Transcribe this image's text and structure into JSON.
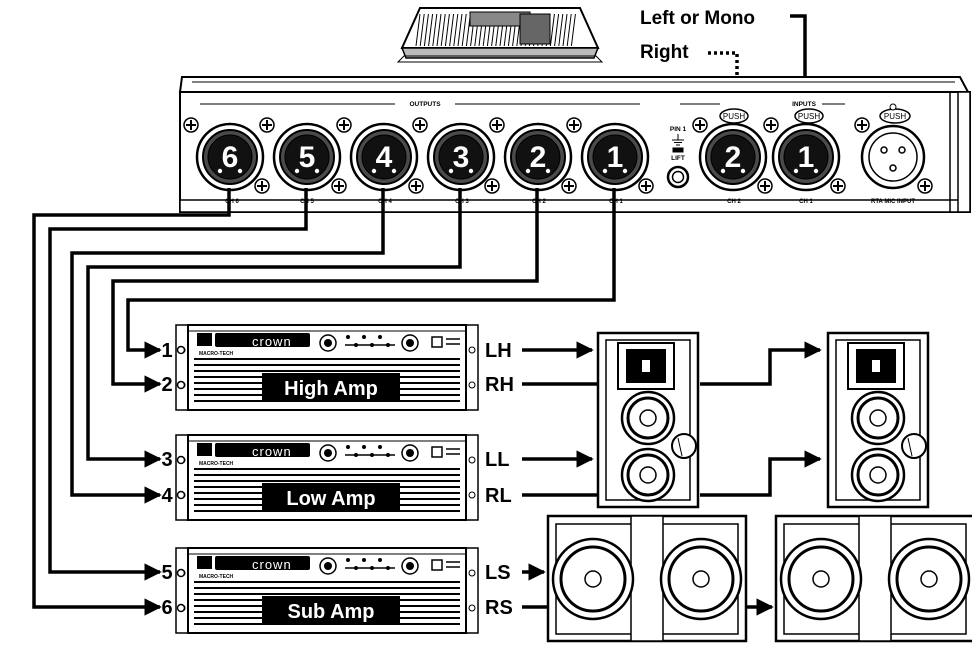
{
  "input_labels": {
    "left_or_mono": "Left or Mono",
    "right": "Right"
  },
  "processor": {
    "outputs_label": "OUTPUTS",
    "inputs_label": "INPUTS",
    "output_jacks": [
      {
        "number": "6",
        "label": "CH 6"
      },
      {
        "number": "5",
        "label": "CH 5"
      },
      {
        "number": "4",
        "label": "CH 4"
      },
      {
        "number": "3",
        "label": "CH 3"
      },
      {
        "number": "2",
        "label": "CH 2"
      },
      {
        "number": "1",
        "label": "CH 1"
      }
    ],
    "input_jacks": [
      {
        "number": "2",
        "label": "CH 2"
      },
      {
        "number": "1",
        "label": "CH 1"
      }
    ],
    "push_label": "PUSH",
    "pin_lift": {
      "line1": "PIN 1",
      "line2": "LIFT"
    },
    "rta_label": "RTA MIC INPUT"
  },
  "amps": [
    {
      "name": "High Amp",
      "brand": "crown",
      "sub_brand": "MACRO-TECH",
      "inputs": [
        "1",
        "2"
      ],
      "outputs": [
        "LH",
        "RH"
      ]
    },
    {
      "name": "Low Amp",
      "brand": "crown",
      "sub_brand": "MACRO-TECH",
      "inputs": [
        "3",
        "4"
      ],
      "outputs": [
        "LL",
        "RL"
      ]
    },
    {
      "name": "Sub Amp",
      "brand": "crown",
      "sub_brand": "MACRO-TECH",
      "inputs": [
        "5",
        "6"
      ],
      "outputs": [
        "LS",
        "RS"
      ]
    }
  ]
}
